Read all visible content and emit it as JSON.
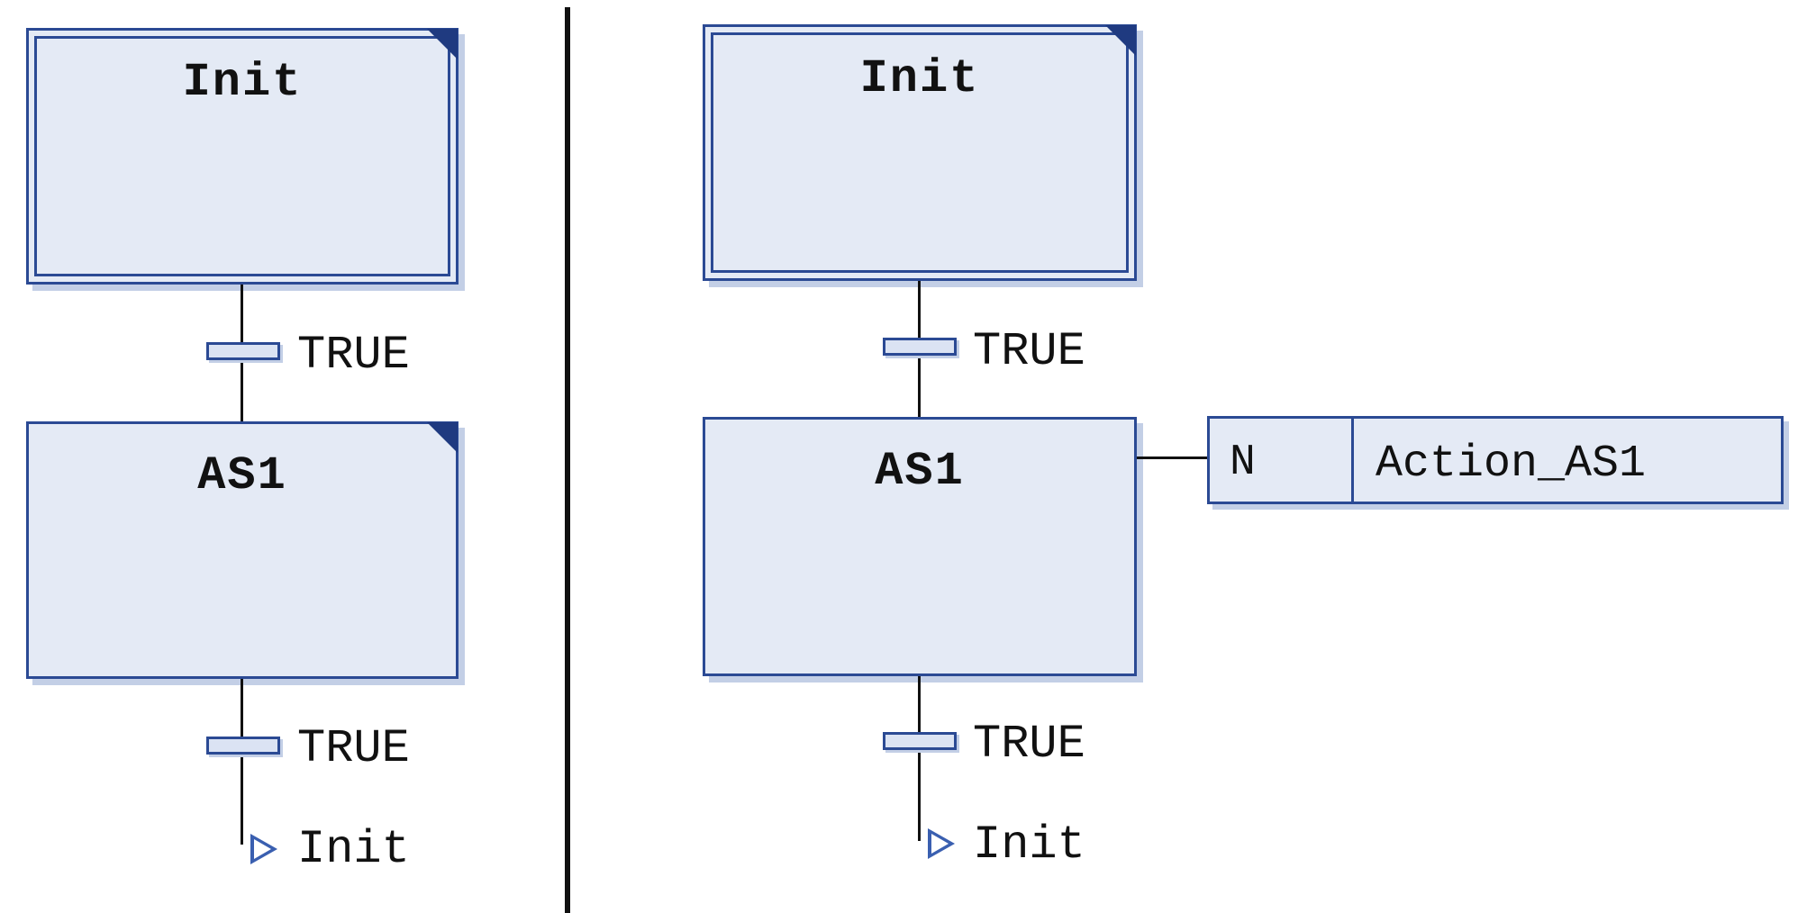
{
  "left_chart": {
    "initial_step": {
      "name": "Init"
    },
    "transition_1": {
      "condition": "TRUE"
    },
    "step": {
      "name": "AS1"
    },
    "transition_2": {
      "condition": "TRUE"
    },
    "jump": {
      "target": "Init"
    }
  },
  "right_chart": {
    "initial_step": {
      "name": "Init"
    },
    "transition_1": {
      "condition": "TRUE"
    },
    "step": {
      "name": "AS1"
    },
    "action": {
      "qualifier": "N",
      "name": "Action_AS1"
    },
    "transition_2": {
      "condition": "TRUE"
    },
    "jump": {
      "target": "Init"
    }
  },
  "colors": {
    "step_fill": "#e4eaf5",
    "step_border": "#2b4a94",
    "shadow": "#c3cfe6",
    "wire": "#111111"
  }
}
